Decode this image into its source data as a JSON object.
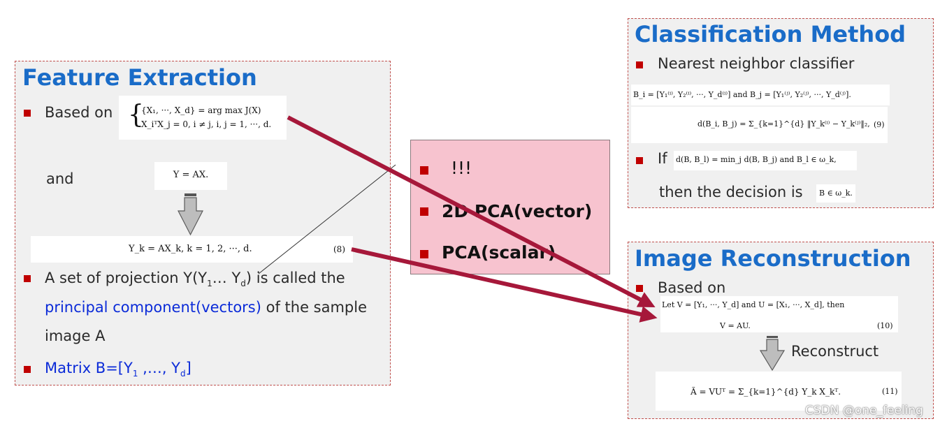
{
  "feature": {
    "title": "Feature Extraction",
    "based_on": "Based on",
    "eq_argmax_1": "{X₁, ···, X_d} = arg max J(X)",
    "eq_argmax_2": "X_iᵀX_j = 0, i ≠ j, i, j = 1, ···, d.",
    "and": "and",
    "eq_y": "Y = AX.",
    "eq_yk": "Y_k = AX_k, k = 1, 2, ···, d.",
    "eq_yk_num": "(8)",
    "proj_line1_a": "A set of projection Y(Y",
    "proj_sub1": "1",
    "proj_line1_b": "… Y",
    "proj_subd": "d",
    "proj_line1_c": ") is called the",
    "proj_line2_blue": "principal component(vectors)",
    "proj_line2_rest": " of the sample",
    "proj_line3": "image A",
    "matrix_a": "Matrix B=[Y",
    "matrix_sub1": "1",
    "matrix_b": " ,…, Y",
    "matrix_subd": "d",
    "matrix_c": "]"
  },
  "middle": {
    "item1": "!!!",
    "item2": "2D PCA(vector)",
    "item3": "PCA(scalar)"
  },
  "classification": {
    "title": "Classification Method",
    "nn": "Nearest neighbor classifier",
    "eq_b": "B_i = [Y₁⁽ⁱ⁾, Y₂⁽ⁱ⁾, ···, Y_d⁽ⁱ⁾] and B_j = [Y₁⁽ʲ⁾, Y₂⁽ʲ⁾, ···, Y_d⁽ʲ⁾].",
    "eq_d": "d(B_i, B_j) = Σ_{k=1}^{d} ‖Y_k⁽ⁱ⁾ − Y_k⁽ʲ⁾‖₂,",
    "eq_d_num": "(9)",
    "if": "If",
    "eq_if": "d(B, B_l) = min_j d(B, B_j)  and  B_l ∈ ω_k,",
    "then": "then the decision is",
    "eq_then": "B ∈ ω_k."
  },
  "reconstruction": {
    "title": "Image Reconstruction",
    "based_on": "Based on",
    "eq_let": "Let V = [Y₁, ···, Y_d] and U = [X₁, ···, X_d], then",
    "eq_v": "V = AU.",
    "eq_v_num": "(10)",
    "reconstruct": "Reconstruct",
    "eq_a": "Ã = VUᵀ = Σ_{k=1}^{d} Y_k X_kᵀ.",
    "eq_a_num": "(11)"
  },
  "watermark": "CSDN @one_feeling",
  "colors": {
    "title_blue": "#1a6cc8",
    "bullet_red": "#c00000",
    "arrow_crimson": "#a6183a",
    "pink_box": "#f7c3cf",
    "panel_bg": "#f0f0f0"
  }
}
